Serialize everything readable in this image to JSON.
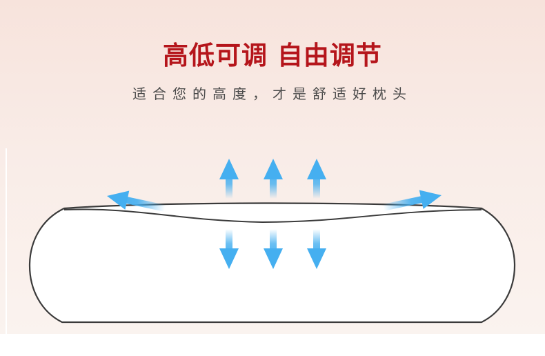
{
  "headline": "高低可调 自由调节",
  "subheadline": "适合您的高度，才是舒适好枕头",
  "colors": {
    "headline": "#b5151b",
    "arrow": "#45aff0",
    "outline": "#3a3a3a"
  },
  "illustration": {
    "subject": "pillow",
    "arrow_icons": [
      "arrow-up-icon",
      "arrow-down-icon",
      "arrow-left-up-icon",
      "arrow-right-up-icon"
    ]
  }
}
